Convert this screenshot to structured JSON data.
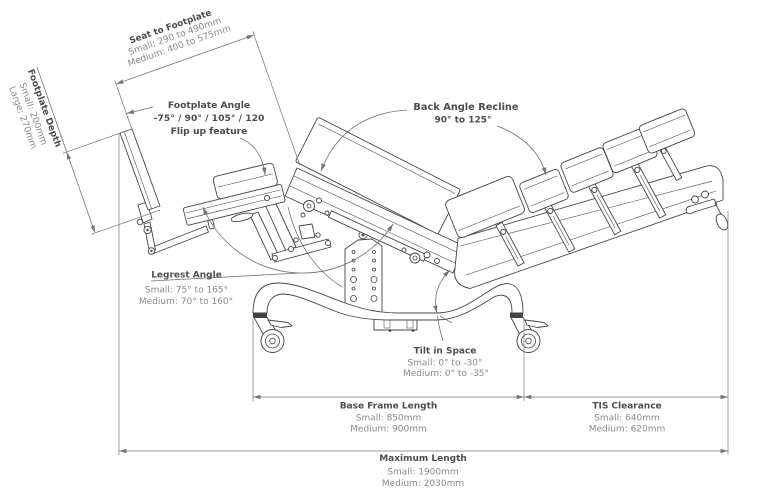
{
  "annotations": {
    "seat_to_footplate": {
      "title": "Seat to Footplate",
      "lines": [
        "Small: 290 to 490mm",
        "Medium: 400 to 575mm"
      ]
    },
    "footplate_depth": {
      "title": "Footplate Depth",
      "lines": [
        "Small: 200mm",
        "Large: 270mm"
      ]
    },
    "footplate_angle": {
      "title": "Footplate Angle",
      "lines": [
        "-75° / 90° / 105° / 120",
        "Flip up feature"
      ]
    },
    "back_angle_recline": {
      "title": "Back Angle Recline",
      "lines": [
        "90° to 125°"
      ]
    },
    "legrest_angle": {
      "title": "Legrest Angle",
      "lines": [
        "Small: 75° to 165°",
        "Medium: 70° to 160°"
      ]
    },
    "tilt_in_space": {
      "title": "Tilt in Space",
      "lines": [
        "Small: 0° to -30°",
        "Medium: 0° to -35°"
      ]
    },
    "base_frame_length": {
      "title": "Base Frame Length",
      "lines": [
        "Small: 850mm",
        "Medium: 900mm"
      ]
    },
    "tis_clearance": {
      "title": "TIS Clearance",
      "lines": [
        "Small: 640mm",
        "Medium: 620mm"
      ]
    },
    "maximum_length": {
      "title": "Maximum Length",
      "lines": [
        "Small: 1900mm",
        "Medium: 2030mm"
      ]
    }
  },
  "colors": {
    "background": "#ffffff",
    "drawing_line": "#454545",
    "dimension_line": "#767676",
    "title_text": "#4d4d4d",
    "value_text": "#8a8a8a"
  }
}
